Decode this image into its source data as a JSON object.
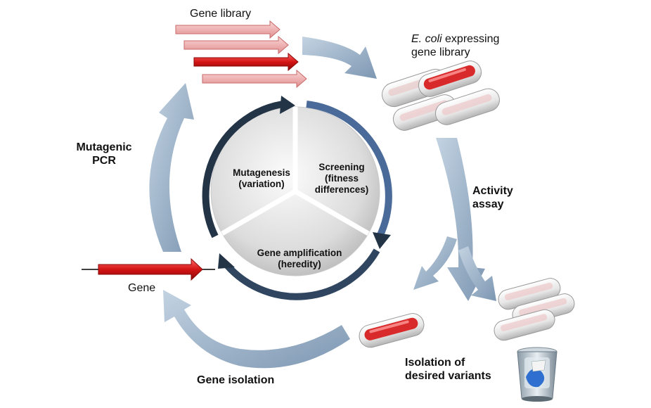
{
  "outer_cycle": {
    "gene_library": "Gene library",
    "ecoli_italic": "E. coli",
    "ecoli_rest": " expressing",
    "ecoli_line2": "gene library",
    "activity_line1": "Activity",
    "activity_line2": "assay",
    "isolation_line1": "Isolation of",
    "isolation_line2": "desired variants",
    "gene_isolation": "Gene isolation",
    "gene": "Gene",
    "mutagenic_line1": "Mutagenic",
    "mutagenic_line2": "PCR"
  },
  "inner_cycle": {
    "mutagenesis_line1": "Mutagenesis",
    "mutagenesis_line2": "(variation)",
    "screening_line1": "Screening",
    "screening_line2": "(fitness",
    "screening_line3": "differences)",
    "amplification_line1": "Gene amplification",
    "amplification_line2": "(heredity)"
  },
  "colors": {
    "outer_arrow": "#9fb6cc",
    "inner_arrow_dark": "#243447",
    "inner_arrow_blue": "#4a6a9a",
    "gene_red": "#cc1111",
    "gene_pink": "#eaa0a0",
    "cell_red": "#d82a2a"
  }
}
